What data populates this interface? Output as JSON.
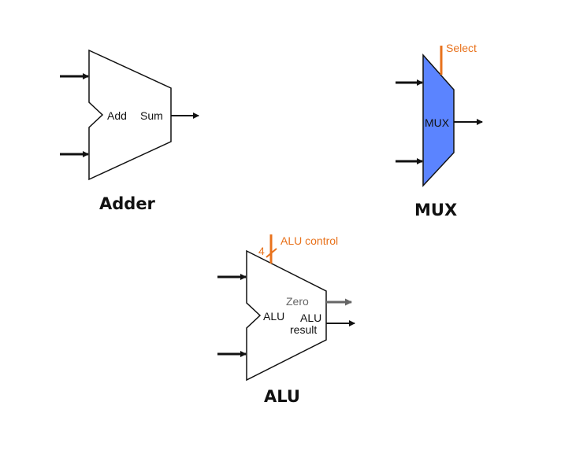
{
  "colors": {
    "stroke": "#111111",
    "mux_fill": "#5b84ff",
    "control": "#e8721c",
    "zero_output": "#666666"
  },
  "adder": {
    "caption": "Adder",
    "inside_left": "Add",
    "inside_right": "Sum"
  },
  "mux": {
    "caption": "MUX",
    "inside": "MUX",
    "control_label": "Select"
  },
  "alu": {
    "caption": "ALU",
    "inside_left": "ALU",
    "zero_label": "Zero",
    "result_line1": "ALU",
    "result_line2": "result",
    "control_label": "ALU control",
    "bus_width": "4"
  }
}
